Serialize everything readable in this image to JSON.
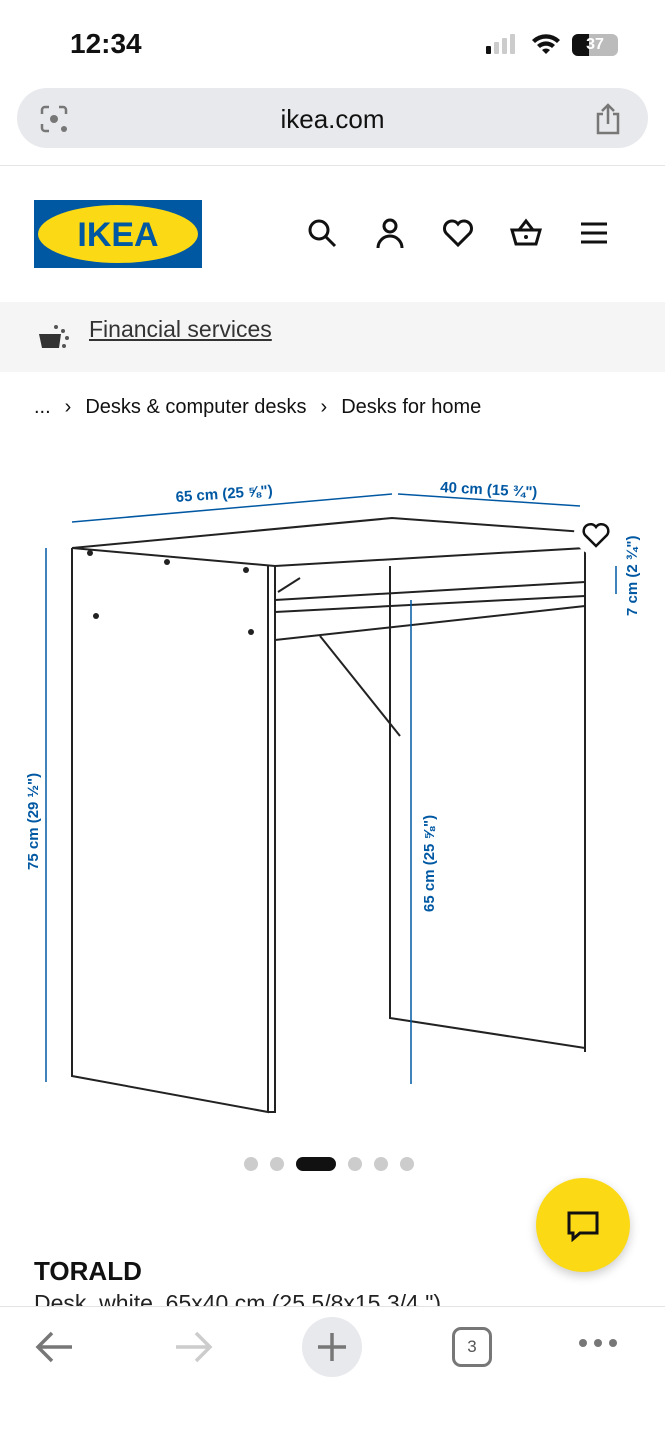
{
  "status": {
    "time": "12:34",
    "battery": "37"
  },
  "browser": {
    "url": "ikea.com",
    "tab_count": "3"
  },
  "header": {
    "logo_text": "IKEA"
  },
  "banner": {
    "link": "Financial services"
  },
  "breadcrumb": {
    "items": [
      "...",
      "Desks & computer desks",
      "Desks for home"
    ]
  },
  "gallery": {
    "dimensions": {
      "width": "65 cm (25 ⅝\")",
      "depth": "40 cm (15 ¾\")",
      "height": "75 cm (29 ½\")",
      "leg_height": "65 cm (25 ⅝\")",
      "shelf": "7 cm (2 ¾\")"
    },
    "image_count": 6,
    "active_index": 2
  },
  "product": {
    "name": "TORALD",
    "description": "Desk, white, 65x40 cm (25 5/8x15 3/4 \")"
  },
  "colors": {
    "ikea_blue": "#0058a3",
    "ikea_yellow": "#fbd914",
    "dimension_blue": "#0058a3"
  }
}
